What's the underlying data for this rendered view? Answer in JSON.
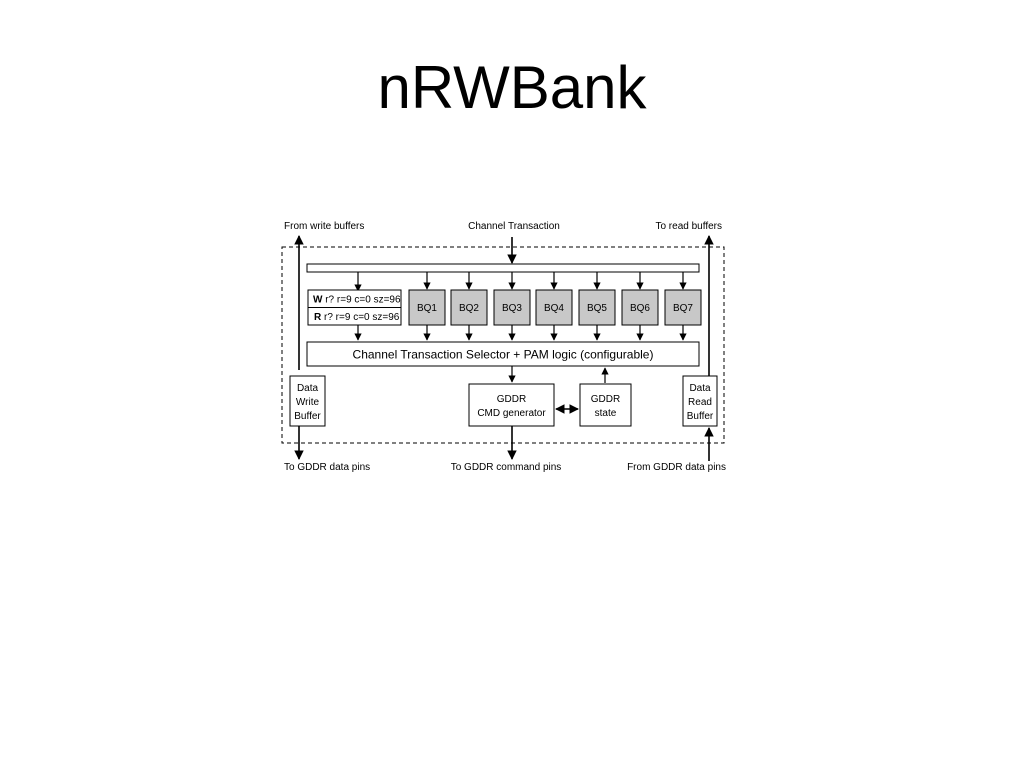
{
  "slide": {
    "title": "nRWBank"
  },
  "diagram": {
    "labels": {
      "from_write_buffers": "From write buffers",
      "channel_transaction": "Channel Transaction",
      "to_read_buffers": "To read buffers",
      "to_gddr_data_pins": "To GDDR data pins",
      "to_gddr_command_pins": "To GDDR command pins",
      "from_gddr_data_pins": "From GDDR data pins"
    },
    "bank_write": {
      "prefix": "W",
      "text": " r? r=9 c=0 sz=96"
    },
    "bank_read": {
      "prefix": "R",
      "text": " r? r=9 c=0 sz=96"
    },
    "bank_queues": [
      "BQ1",
      "BQ2",
      "BQ3",
      "BQ4",
      "BQ5",
      "BQ6",
      "BQ7"
    ],
    "selector": "Channel Transaction Selector + PAM logic (configurable)",
    "data_write_buffer": [
      "Data",
      "Write",
      "Buffer"
    ],
    "data_read_buffer": [
      "Data",
      "Read",
      "Buffer"
    ],
    "cmd_generator": [
      "GDDR",
      "CMD generator"
    ],
    "gddr_state": [
      "GDDR",
      "state"
    ],
    "colors": {
      "queue_fill": "#c8c8c8",
      "line": "#000000",
      "background": "#ffffff"
    }
  }
}
